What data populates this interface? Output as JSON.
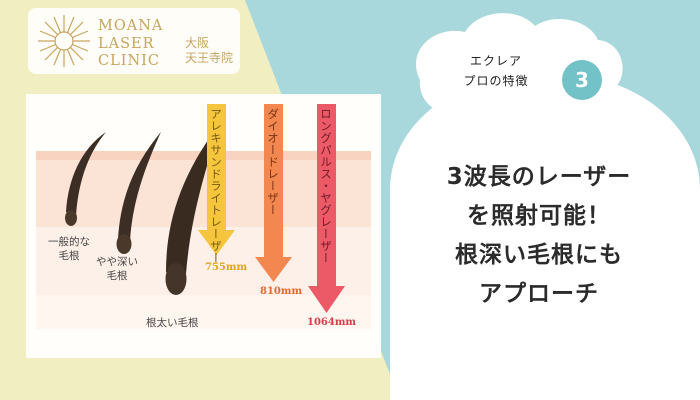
{
  "logo": {
    "name_lines": [
      "MOANA",
      "LASER",
      "CLINIC"
    ],
    "location_lines": [
      "大阪",
      "天王寺院"
    ]
  },
  "diagram": {
    "hair_labels": [
      {
        "lines": [
          "一般的な",
          "毛根"
        ]
      },
      {
        "lines": [
          "やや深い",
          "毛根"
        ]
      },
      {
        "lines": [
          "根太い毛根"
        ]
      }
    ],
    "lasers": [
      {
        "name": "アレキサンドライトレーザー",
        "wavelength": "755mm",
        "color": "#f5c53d"
      },
      {
        "name": "ダイオードレーザー",
        "wavelength": "810mm",
        "color": "#f2884f"
      },
      {
        "name": "ロングパルス・ヤグレーザー",
        "wavelength": "1064mm",
        "color": "#ec5a67"
      }
    ]
  },
  "badge": {
    "lines": [
      "エクレア",
      "プロの特徴"
    ],
    "number": "3"
  },
  "headline": {
    "lines": [
      "3波長のレーザー",
      "を照射可能！",
      "根深い毛根にも",
      "アプローチ"
    ]
  },
  "colors": {
    "background_teal": "#a9d8dc",
    "background_yellow": "#f1eec2",
    "accent": "#72c2c8",
    "logo_gold": "#c7a460"
  }
}
